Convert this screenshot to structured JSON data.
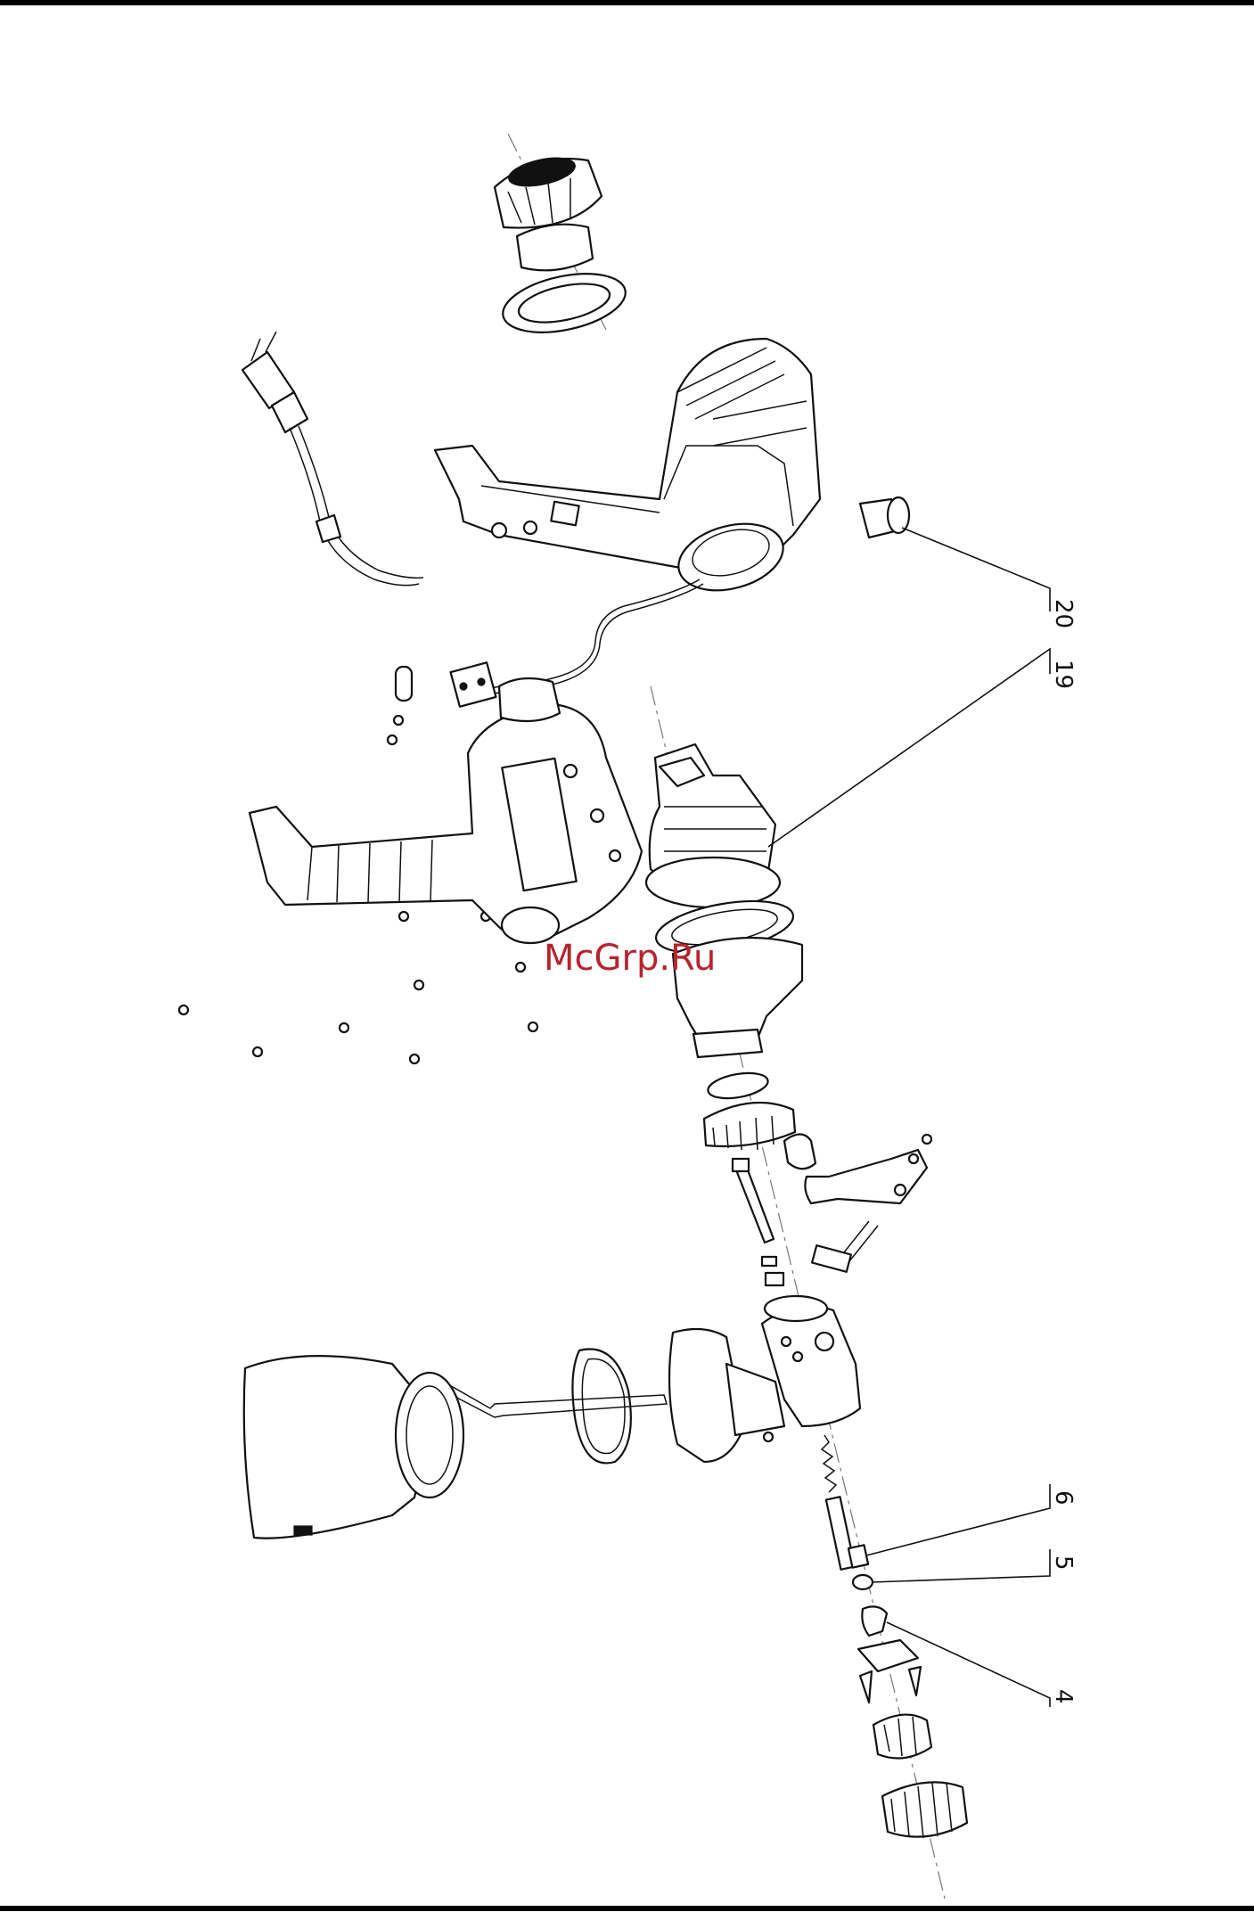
{
  "callouts": [
    {
      "id": "20",
      "label": "20"
    },
    {
      "id": "19",
      "label": "19"
    },
    {
      "id": "6",
      "label": "6"
    },
    {
      "id": "5",
      "label": "5"
    },
    {
      "id": "4",
      "label": "4"
    }
  ],
  "watermark": "McGrp.Ru",
  "colors": {
    "lines": "#111111",
    "watermark": "#b8232b",
    "background": "#ffffff"
  }
}
